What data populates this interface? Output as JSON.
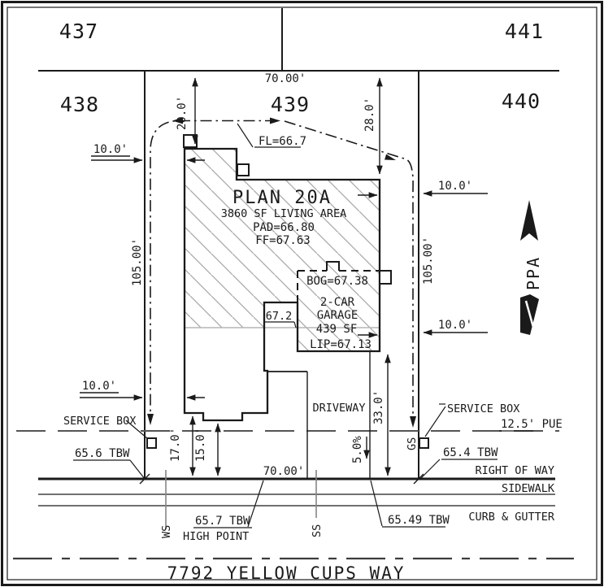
{
  "drawing": {
    "lots": {
      "l437": "437",
      "l438": "438",
      "l439": "439",
      "l440": "440",
      "l441": "441"
    },
    "dims": {
      "top_frontage": "70.00'",
      "bottom_frontage": "70.00'",
      "front_setback": "20.0'",
      "rear_offset": "28.0'",
      "depth_left": "105.00'",
      "depth_right": "105.00'",
      "side_left_top": "10.0'",
      "side_left_bottom": "10.0'",
      "side_right_top": "10.0'",
      "side_right_bottom": "10.0'",
      "front_left": "17.0'",
      "stoop": "15.0'",
      "garage_to_row": "33.0'",
      "driveway_slope": "5.0%",
      "pue": "12.5' PUE"
    },
    "house": {
      "plan_title": "PLAN 20A",
      "living": "3860 SF LIVING AREA",
      "pad": "PAD=66.80",
      "ff": "FF=67.63",
      "bog": "BOG=67.38",
      "garage1": "2-CAR",
      "garage2": "GARAGE",
      "garage3": "439 SF",
      "lip": "LIP=67.13",
      "fl": "FL=66.7",
      "spot": "67.2"
    },
    "labels": {
      "driveway": "DRIVEWAY",
      "service_box_left": "SERVICE BOX",
      "service_box_right": "SERVICE BOX",
      "row": "RIGHT OF WAY",
      "sidewalk": "SIDEWALK",
      "curb_gutter": "CURB & GUTTER",
      "high_point": "HIGH POINT"
    },
    "elev": {
      "tbw_left": "65.6 TBW",
      "tbw_right": "65.4 TBW",
      "tbw_hp": "65.7 TBW",
      "tbw_curb": "65.49 TBW"
    },
    "util": {
      "ws": "WS",
      "ss": "SS",
      "gs": "GS"
    },
    "street": {
      "name": "7792 YELLOW CUPS WAY"
    },
    "north": {
      "label": "PPA"
    },
    "colors": {
      "line": "#1a1a1a",
      "hatch": "#a9a9a9",
      "gray_line": "#b5b5b5",
      "utility": "#858585",
      "pue_dash": "#555555",
      "centerline": "#3c3c3c"
    }
  }
}
